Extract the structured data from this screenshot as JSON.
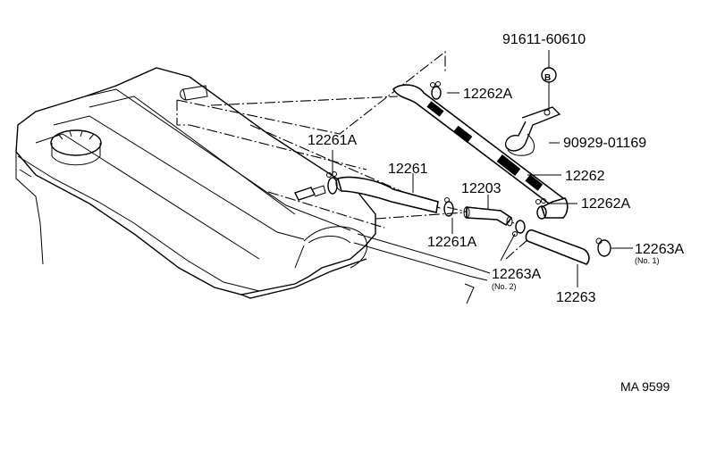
{
  "labels": {
    "bolt_91611": "91611-60610",
    "symbol_b": "B",
    "clamp_12262a_top": "12262A",
    "bracket_90929": "90929-01169",
    "hose_12262": "12262",
    "clamp_12262a_bottom": "12262A",
    "clamp_12261a_top": "12261A",
    "hose_12261": "12261",
    "clamp_12261a_bottom": "12261A",
    "pipe_12203": "12203",
    "clamp_12263a_no1": "12263A",
    "clamp_12263a_no1_note": "(No. 1)",
    "clamp_12263a_no2": "12263A",
    "clamp_12263a_no2_note": "(No. 2)",
    "hose_12263": "12263",
    "diagram_code": "MA 9599"
  }
}
